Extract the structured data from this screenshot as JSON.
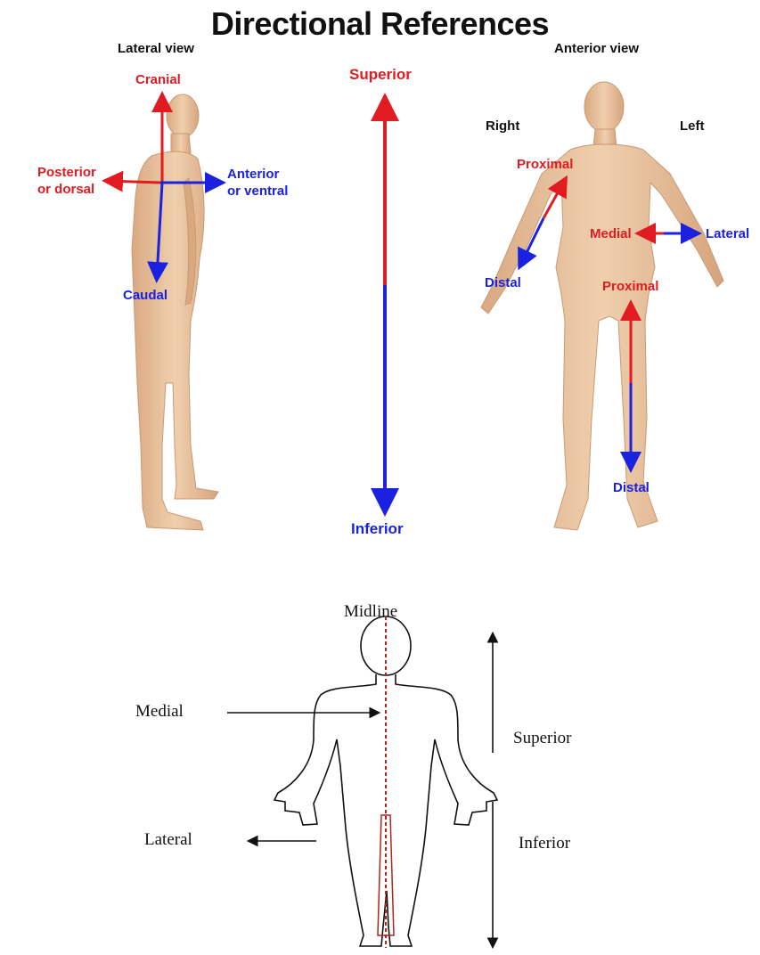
{
  "title": "Directional References",
  "colors": {
    "skin": "#e9c5a0",
    "skin_shade": "#d8a87f",
    "red_arrow": "#e01b22",
    "blue_arrow": "#1a22e0",
    "outline": "#111111",
    "midline": "#b0261c"
  },
  "lateral_view": {
    "label": "Lateral view",
    "cranial": "Cranial",
    "caudal": "Caudal",
    "posterior_line1": "Posterior",
    "posterior_line2": "or dorsal",
    "anterior_line1": "Anterior",
    "anterior_line2": "or ventral"
  },
  "center_axis": {
    "superior": "Superior",
    "inferior": "Inferior"
  },
  "anterior_view": {
    "label": "Anterior view",
    "right": "Right",
    "left": "Left",
    "arm_proximal": "Proximal",
    "arm_distal": "Distal",
    "medial": "Medial",
    "lateral": "Lateral",
    "leg_proximal": "Proximal",
    "leg_distal": "Distal"
  },
  "outline_diagram": {
    "midline": "Midline",
    "medial": "Medial",
    "lateral": "Lateral",
    "superior": "Superior",
    "inferior": "Inferior"
  }
}
